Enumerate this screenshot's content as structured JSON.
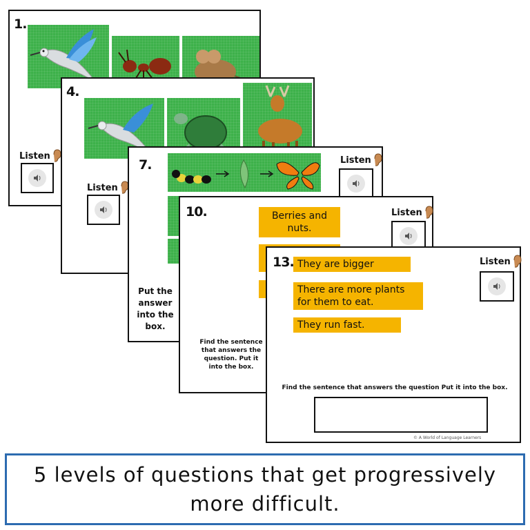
{
  "slides": {
    "s1": {
      "number": "1.",
      "listen": "Listen"
    },
    "s4": {
      "number": "4.",
      "listen": "Listen"
    },
    "s7": {
      "number": "7.",
      "listen": "Listen",
      "instruction": "Put the answer into the box."
    },
    "s10": {
      "number": "10.",
      "listen": "Listen",
      "answer1": "Berries and nuts.",
      "instruction": "Find the sentence that answers the question. Put it into the box."
    },
    "s13": {
      "number": "13.",
      "listen": "Listen",
      "answers": [
        "They are bigger",
        "There are more plants for them to eat.",
        "They run fast."
      ],
      "instruction": "Find the sentence that answers the question Put it into the box.",
      "copyright": "© A World of Language Learners"
    }
  },
  "caption": "5 levels of questions that get progressively more difficult.",
  "colors": {
    "tile_green": "#3db14a",
    "answer_yellow": "#f5b400",
    "caption_border": "#2c6bb0"
  },
  "icons": [
    "ear-icon",
    "speaker-icon",
    "hummingbird-icon",
    "ant-icon",
    "mouse-icon",
    "turtle-icon",
    "deer-icon",
    "caterpillar-icon",
    "chrysalis-icon",
    "butterfly-icon",
    "arrow-icon"
  ]
}
